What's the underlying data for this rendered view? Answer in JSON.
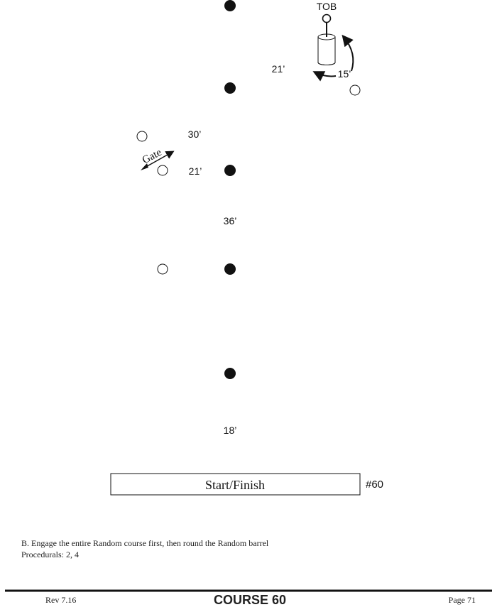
{
  "diagram": {
    "tob_label": "TOB",
    "distances": {
      "d1": "21’",
      "d2": "15’",
      "d3": "30’",
      "d4": "21’",
      "d5": "36’",
      "d6": "18’"
    },
    "gate_label": "Gate",
    "start_finish_label": "Start/Finish",
    "course_number_label": "#60"
  },
  "notes": {
    "line1": "B. Engage the entire Random course first, then round the Random barrel",
    "line2": "Procedurals: 2, 4"
  },
  "footer": {
    "revision": "Rev 7.16",
    "title": "COURSE 60",
    "page": "Page 71"
  }
}
